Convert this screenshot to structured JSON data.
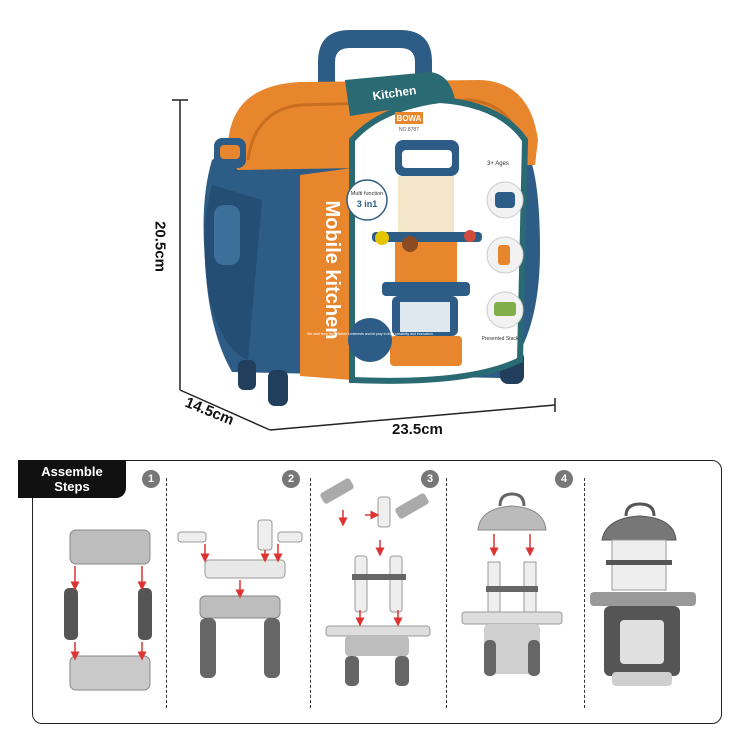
{
  "dimensions": {
    "height": "20.5cm",
    "depth": "14.5cm",
    "width": "23.5cm"
  },
  "product": {
    "window_title": "Kitchen",
    "side_title": "Mobile kitchen",
    "brand": "BOWA",
    "model": "NO.8787",
    "badge": "Multi function",
    "badge_strong": "3 in1",
    "age": "3+ Ages",
    "description": "We start from the children's interests and let play to their creativity and innovation",
    "caption": "Presented Stack",
    "colors": {
      "orange": "#e8862e",
      "navy": "#2d5d86",
      "teal_strip": "#2a6a72"
    }
  },
  "assemble": {
    "title": "Assemble Steps",
    "steps": [
      {
        "number": "1"
      },
      {
        "number": "2"
      },
      {
        "number": "3"
      },
      {
        "number": "4"
      }
    ]
  }
}
